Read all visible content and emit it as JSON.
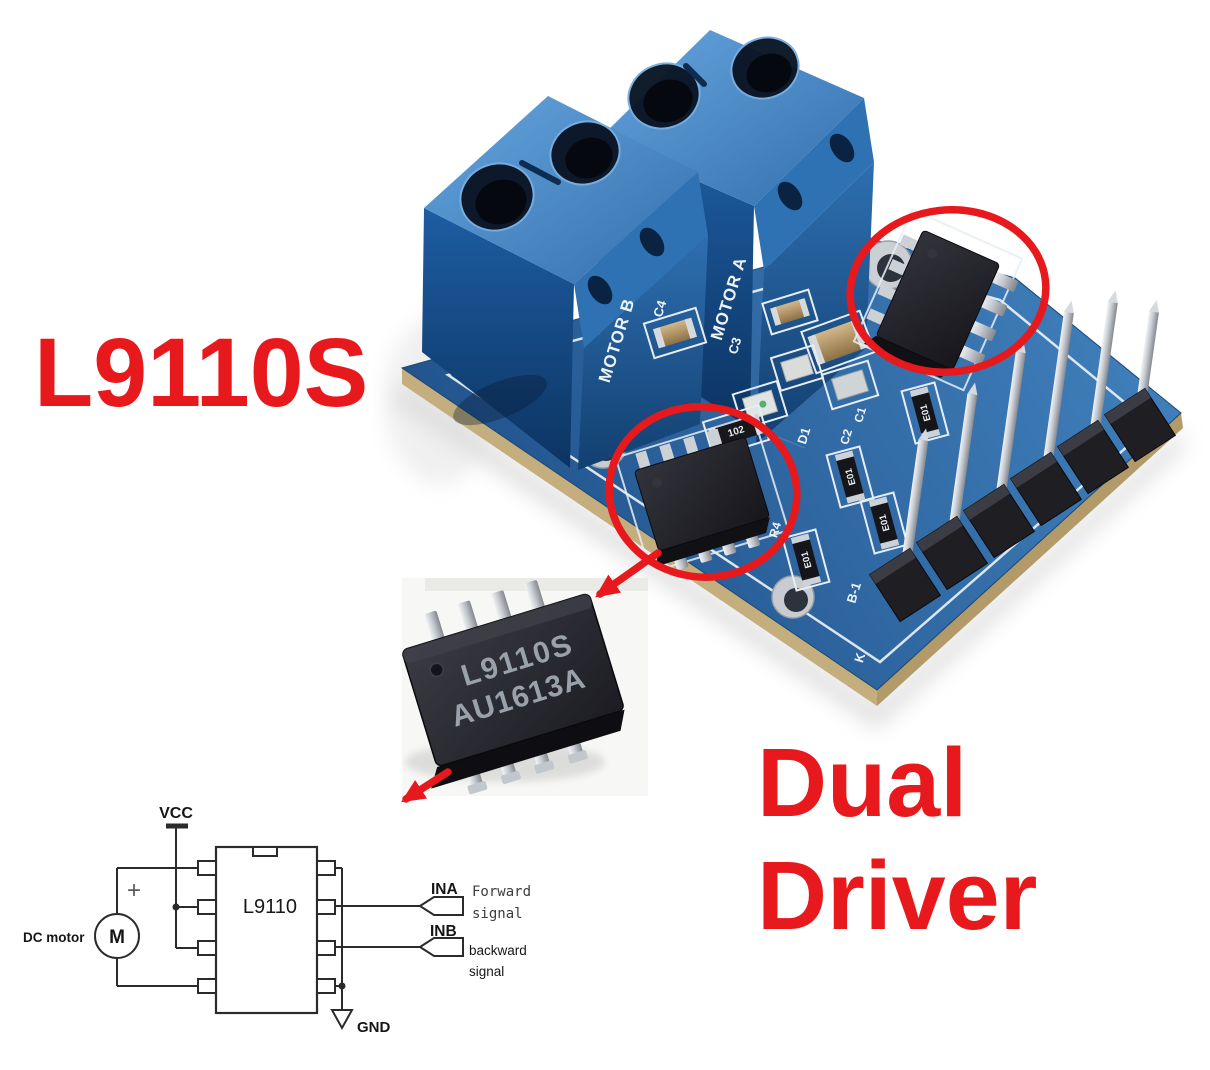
{
  "annotations": {
    "headline_left": "L9110S",
    "headline_right": [
      "Dual",
      "Driver"
    ],
    "accent_red": "#e8191c"
  },
  "pcb": {
    "silkscreen": {
      "motor_b": "MOTOR B",
      "motor_a": "MOTOR A",
      "c4": "C4",
      "c3": "C3",
      "c1": "C1",
      "c2": "C2",
      "d1": "D1",
      "r4": "R4",
      "b1": "B-1",
      "k": "K"
    },
    "components": {
      "resistor_102": "102",
      "resistor_e01": "E01"
    },
    "colors": {
      "board_blue": "#2c67a5",
      "terminal_blue": "#2f74b8",
      "substrate_edge": "#c5ae7d",
      "silkscreen_white": "#eef3f8"
    }
  },
  "chip_closeup": {
    "marking_line1": "L9110S",
    "marking_line2": "AU1613A"
  },
  "schematic": {
    "vcc": "VCC",
    "gnd": "GND",
    "chip": "L9110",
    "motor_symbol": "M",
    "motor_caption": "DC motor",
    "plus": "+",
    "ina": "INA",
    "ina_caption_1": "Forward",
    "ina_caption_2": "signal",
    "inb": "INB",
    "inb_caption_1": "backward",
    "inb_caption_2": "signal"
  }
}
